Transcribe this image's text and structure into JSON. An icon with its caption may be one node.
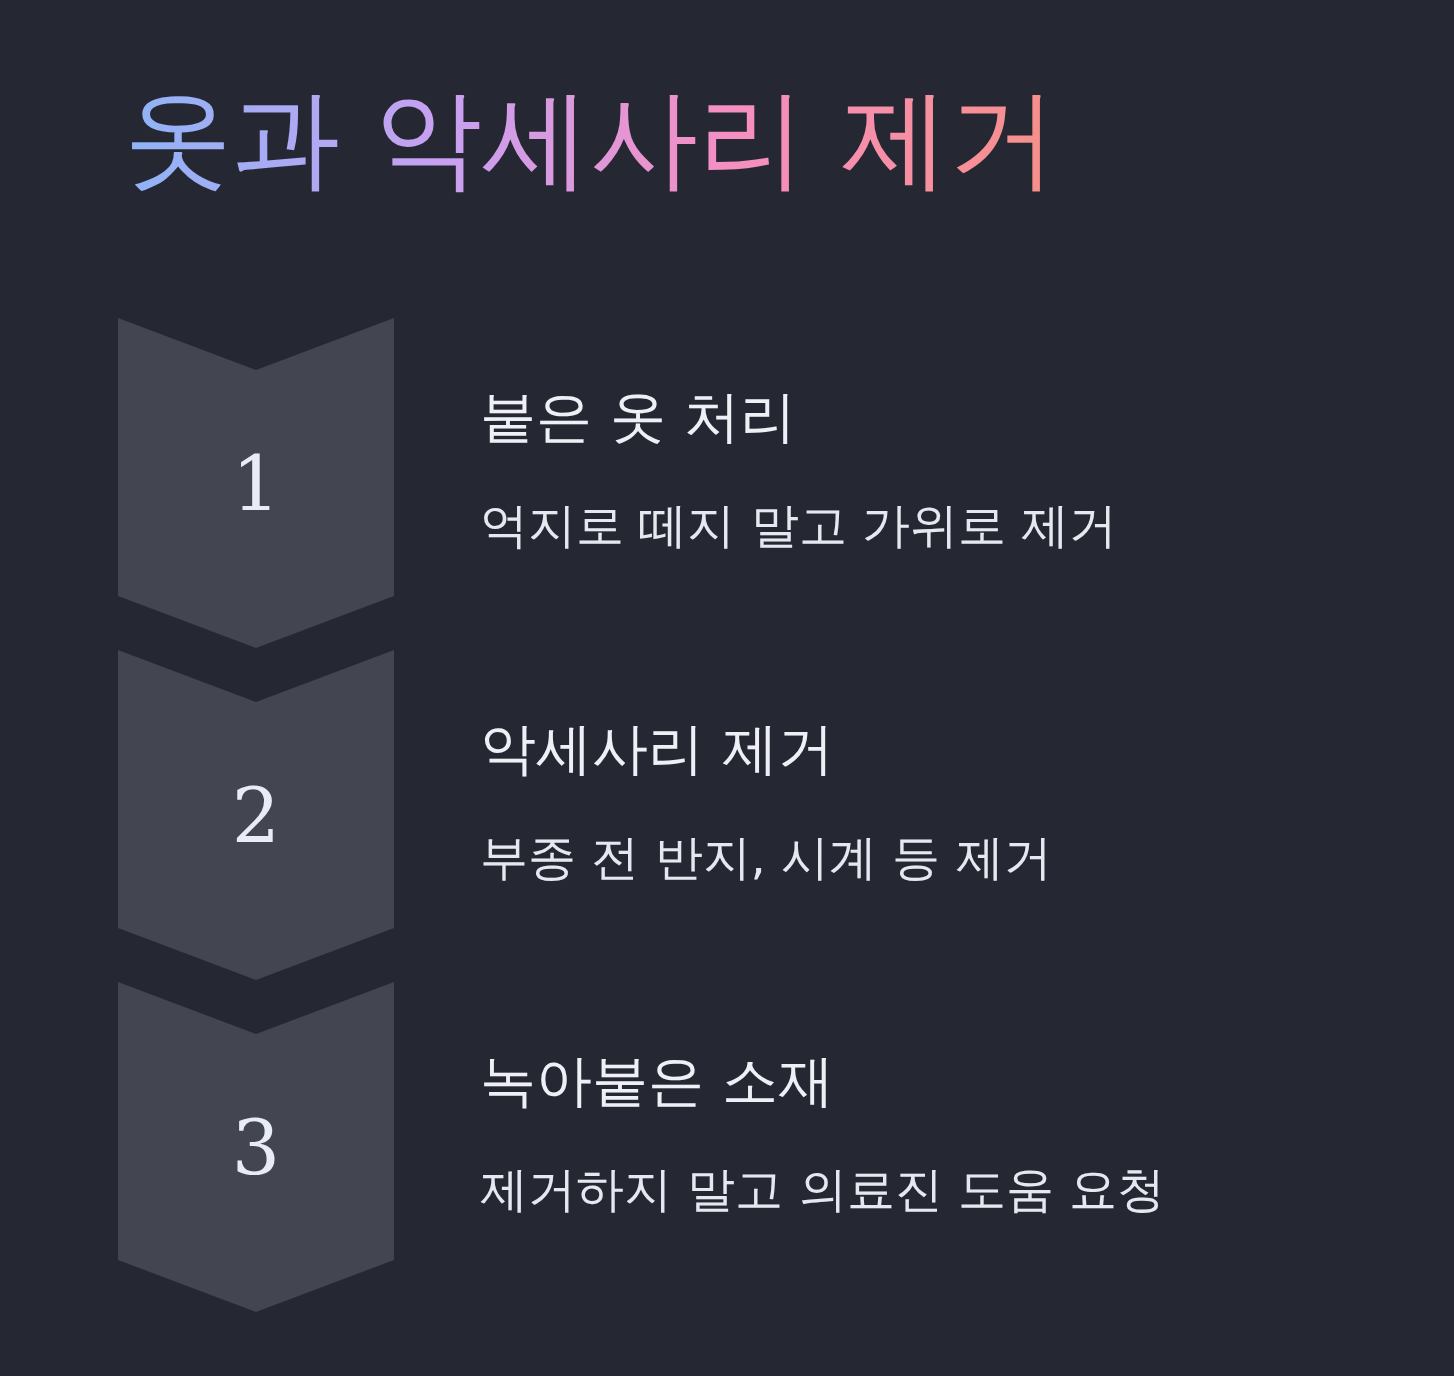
{
  "diagram": {
    "title": "옷과 악세사리 제거",
    "nodes": [
      {
        "text": [
          "1"
        ],
        "beside": [
          "붙은 옷 처리",
          "억지로 떼지 말고 가위로 제거"
        ]
      },
      {
        "text": [
          "2"
        ],
        "beside": [
          "악세사리 제거",
          "부종 전 반지, 시계 등 제거"
        ]
      },
      {
        "text": [
          "3"
        ],
        "beside": [
          "녹아붙은 소재",
          "제거하지 말고 의료진 도움 요청"
        ]
      }
    ],
    "edges": []
  }
}
